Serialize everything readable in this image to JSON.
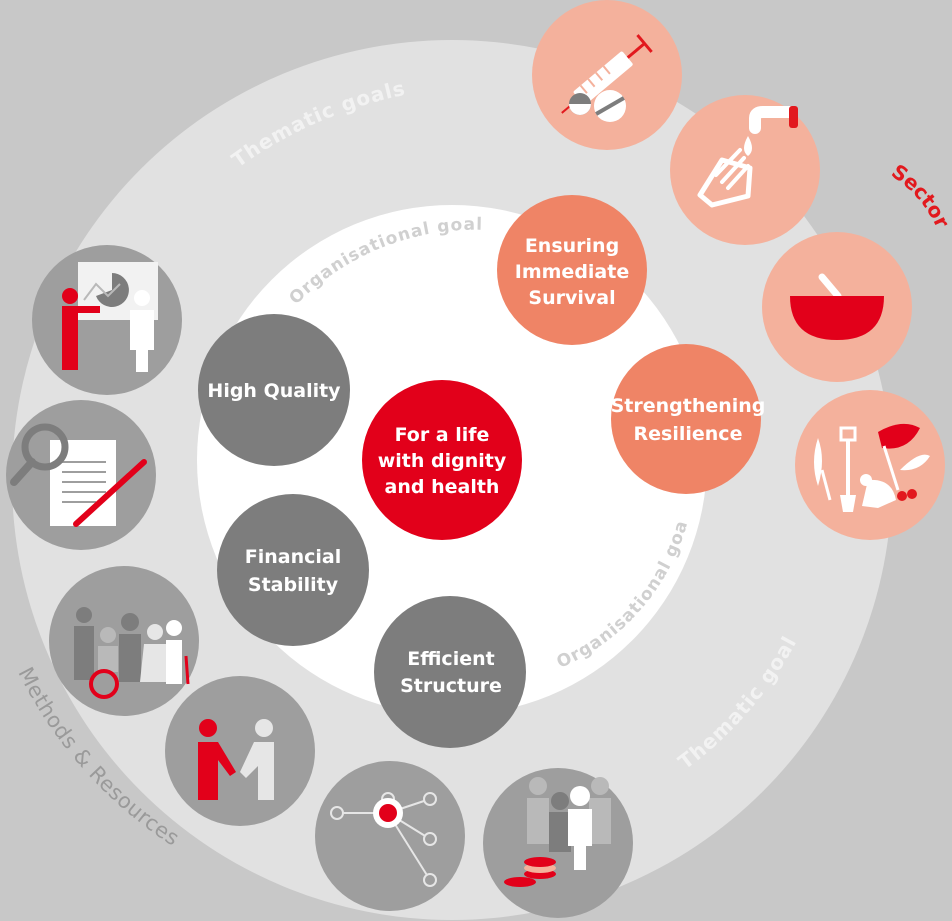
{
  "center": {
    "lines": [
      "For a life",
      "with dignity",
      "and health"
    ]
  },
  "ring_labels": {
    "thematic_goals": "Thematic goals",
    "organisational_goals": "Organisational goals",
    "sector": "Sector",
    "methods_resources": "Methods & Resources"
  },
  "goals": [
    {
      "lines": [
        "Ensuring",
        "Immediate",
        "Survival"
      ],
      "type": "thematic"
    },
    {
      "lines": [
        "Strengthening",
        "Resilience"
      ],
      "type": "thematic"
    },
    {
      "lines": [
        "High Quality"
      ],
      "type": "organisational"
    },
    {
      "lines": [
        "Financial",
        "Stability"
      ],
      "type": "organisational"
    },
    {
      "lines": [
        "Efficient",
        "Structure"
      ],
      "type": "organisational"
    }
  ],
  "sector_icons": [
    "syringe-pills-icon",
    "handwashing-icon",
    "food-bowl-icon",
    "agriculture-icon"
  ],
  "method_icons": [
    "presentation-icon",
    "document-review-icon",
    "inclusion-group-icon",
    "partnership-handshake-icon",
    "network-icon",
    "community-funding-icon"
  ],
  "colors": {
    "background": "#c8c8c8",
    "outer_ring": "#e1e1e1",
    "inner_disc": "#ffffff",
    "center": "#e2001a",
    "thematic_goal": "#ef8466",
    "organisational_goal": "#7d7d7d",
    "sector_circle": "#f4b19c",
    "method_circle": "#9e9e9e",
    "accent_red": "#e2191e"
  }
}
